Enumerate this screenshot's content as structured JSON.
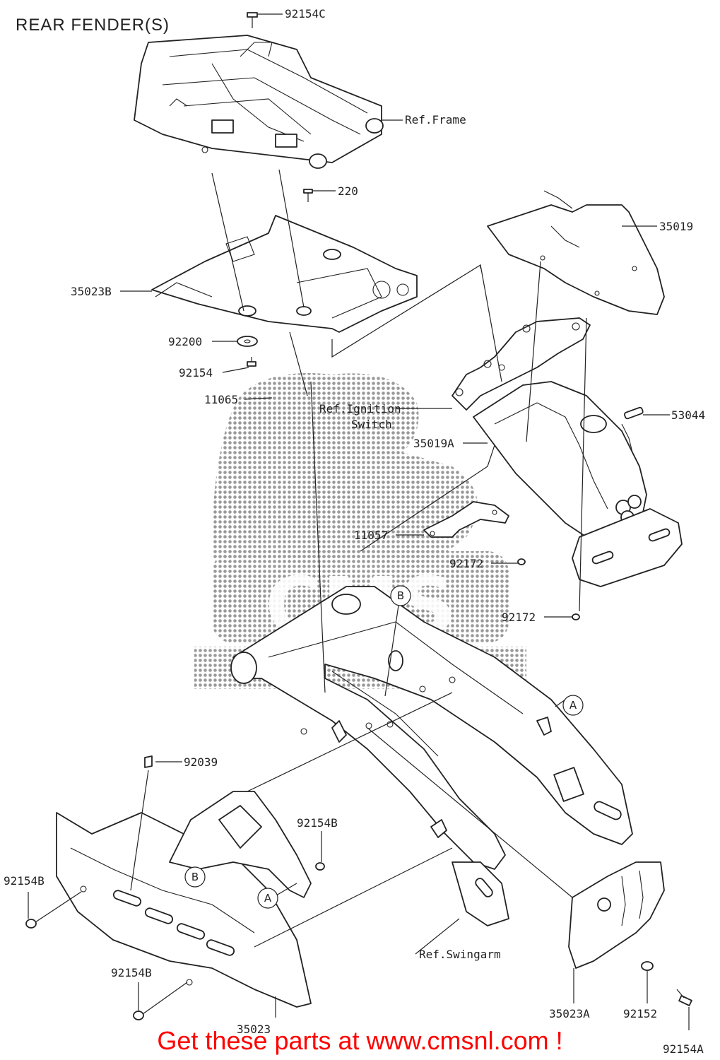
{
  "title": "REAR FENDER(S)",
  "footer": "Get these parts at www.cmsnl.com !",
  "watermark": "CMS",
  "labels": {
    "p92154C": "92154C",
    "ref_frame": "Ref.Frame",
    "p220": "220",
    "p35019": "35019",
    "p35023B": "35023B",
    "p92200": "92200",
    "p92154": "92154",
    "p11065": "11065",
    "ref_ignition": "Ref.Ignition",
    "switch": "Switch",
    "p53044": "53044",
    "p35019A": "35019A",
    "p11057": "11057",
    "p92172a": "92172",
    "p92172b": "92172",
    "p92039": "92039",
    "p92154B_a": "92154B",
    "p92154B_b": "92154B",
    "p92154B_c": "92154B",
    "ref_swingarm": "Ref.Swingarm",
    "p35023": "35023",
    "p35023A": "35023A",
    "p92152": "92152",
    "p92154A": "92154A"
  },
  "callouts": {
    "a1": "A",
    "a2": "A",
    "b1": "B",
    "b2": "B"
  },
  "colors": {
    "line": "#222222",
    "footer": "#ff0000",
    "watermark": "#888888"
  }
}
